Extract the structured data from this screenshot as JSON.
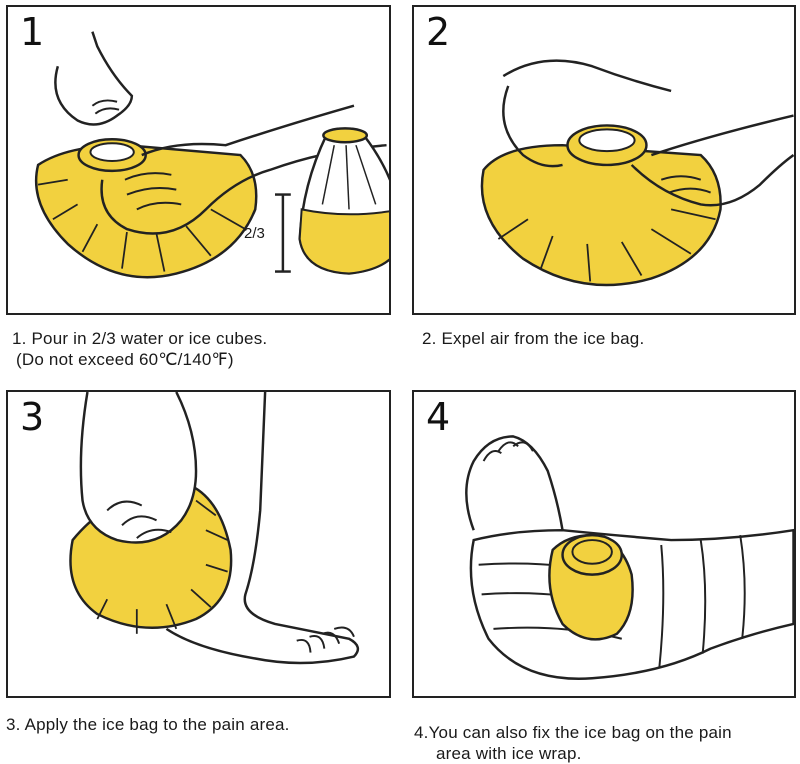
{
  "steps": [
    {
      "number": "1",
      "caption_line1": "1. Pour in 2/3 water or ice cubes.",
      "caption_line2": "(Do not exceed 60℃/140℉)"
    },
    {
      "number": "2",
      "caption_line1": "2. Expel air from the ice bag.",
      "caption_line2": ""
    },
    {
      "number": "3",
      "caption_line1": "3. Apply the ice bag to the pain area.",
      "caption_line2": ""
    },
    {
      "number": "4",
      "caption_line1": "4.You can also fix the ice bag on the pain",
      "caption_line2": "area with ice wrap."
    }
  ],
  "fill_label": "2/3",
  "colors": {
    "bag_yellow": "#f2d13f",
    "line": "#222222",
    "background": "#ffffff"
  },
  "icons": [
    "hand-icon",
    "ice-bag-icon",
    "foot-icon",
    "ankle-wrap-icon"
  ]
}
